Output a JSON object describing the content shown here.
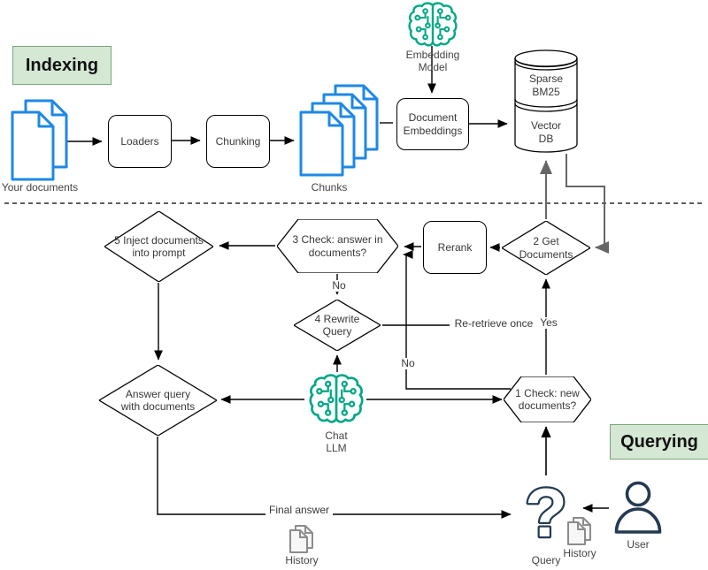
{
  "diagram_title": "RAG pipeline flowchart",
  "sections": {
    "indexing": "Indexing",
    "querying": "Querying"
  },
  "nodes": {
    "your_documents": {
      "label": "Your documents",
      "icon": "blue-document-stack"
    },
    "loaders": {
      "label": "Loaders",
      "shape": "rounded-rect"
    },
    "chunking": {
      "label": "Chunking",
      "shape": "rounded-rect"
    },
    "chunks": {
      "label": "Chunks",
      "icon": "blue-document-stack-4"
    },
    "embedding_model": {
      "label": "Embedding\nModel",
      "icon": "brain-circuit"
    },
    "document_embeddings": {
      "label": "Document\nEmbeddings",
      "shape": "rounded-rect"
    },
    "vector_db": {
      "top_label": "Sparse\nBM25",
      "bottom_label": "Vector\nDB",
      "shape": "cylinder"
    },
    "get_documents": {
      "label": "2 Get\nDocuments",
      "shape": "diamond"
    },
    "rerank": {
      "label": "Rerank",
      "shape": "rounded-rect"
    },
    "check_answer": {
      "label": "3 Check: answer in\ndocuments?",
      "shape": "hexagon"
    },
    "inject_documents": {
      "label": "5 Inject documents\ninto prompt",
      "shape": "diamond"
    },
    "rewrite_query": {
      "label": "4 Rewrite\nQuery",
      "shape": "diamond"
    },
    "check_new_documents": {
      "label": "1 Check: new\ndocuments?",
      "shape": "hexagon"
    },
    "answer_query": {
      "label": "Answer query\nwith documents",
      "shape": "diamond"
    },
    "chat_llm": {
      "label": "Chat\nLLM",
      "icon": "brain-circuit"
    },
    "history_left": {
      "label": "History",
      "icon": "gray-document-stack"
    },
    "query": {
      "label": "Query",
      "icon": "question-mark"
    },
    "history_right": {
      "label": "History",
      "icon": "gray-document-stack"
    },
    "user": {
      "label": "User",
      "icon": "person"
    }
  },
  "edge_labels": {
    "no_to_rewrite": "No",
    "no_to_check_answer": "No",
    "yes": "Yes",
    "re_retrieve_once": "Re-retrieve once",
    "final_answer": "Final answer"
  },
  "colors": {
    "document_blue": "#1e88e5",
    "brain_teal": "#00a886",
    "user_navy": "#243a52",
    "section_fill_green": "#d5e8d4",
    "section_border_green": "#7ca37c",
    "gray_connector": "#666666",
    "history_gray": "#8c8c8c"
  }
}
